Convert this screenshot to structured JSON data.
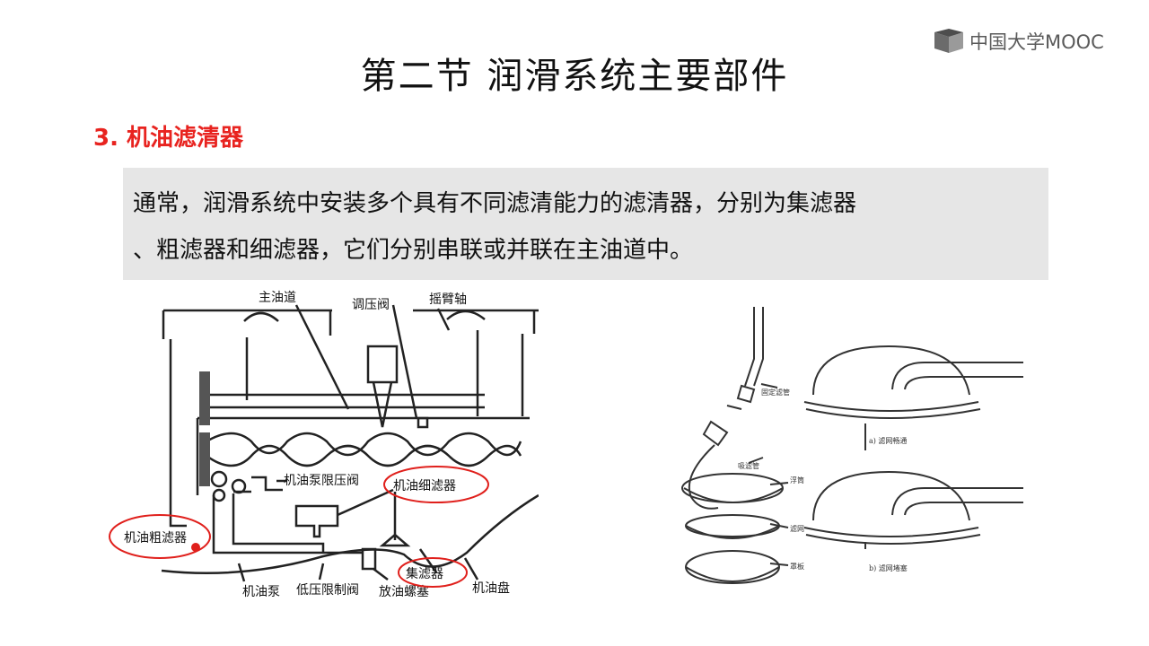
{
  "brand": {
    "logo_text": "中国大学MOOC"
  },
  "slide": {
    "title": "第二节  润滑系统主要部件",
    "heading": "3. 机油滤清器",
    "paragraph_lines": [
      "通常，润滑系统中安装多个具有不同滤清能力的滤清器，分别为集滤器",
      "、粗滤器和细滤器，它们分别串联或并联在主油道中。"
    ]
  },
  "figure_left": {
    "labels": {
      "main_gallery": "主油道",
      "pressure_valve": "调压阀",
      "rocker_shaft": "摇臂轴",
      "pump_relief": "机油泵限压阀",
      "fine_filter": "机油细滤器",
      "coarse_filter": "机油粗滤器",
      "pump": "机油泵",
      "low_pressure_valve": "低压限制阀",
      "drain_plug": "放油螺塞",
      "strainer": "集滤器",
      "oil_pan": "机油盘"
    },
    "highlight_color": "#e0201c"
  },
  "figure_right": {
    "labels": {
      "fixed_pipe": "固定滤管",
      "suction_pipe": "吸滤管",
      "float": "浮筒",
      "screen": "滤网",
      "cover": "罩板",
      "caption_a": "a) 滤网畅通",
      "caption_b": "b) 滤网堵塞"
    }
  }
}
